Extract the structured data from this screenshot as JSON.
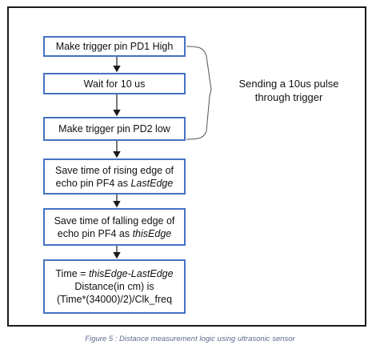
{
  "flowchart": {
    "steps": [
      {
        "lines": [
          "Make trigger pin PD1 High"
        ]
      },
      {
        "lines": [
          "Wait for 10 us"
        ]
      },
      {
        "lines": [
          "Make trigger pin PD2 low"
        ]
      },
      {
        "lines": [
          "Save time of rising edge of",
          "echo pin PF4 as "
        ],
        "italic": "LastEdge"
      },
      {
        "lines": [
          "Save time of falling edge of",
          "echo pin PF4 as "
        ],
        "italic": "thisEdge"
      },
      {
        "lines": [
          "Time = ",
          "Distance(in cm) is",
          "(Time*(34000)/2)/Clk_freq"
        ],
        "italic": "thisEdge-LastEdge"
      }
    ],
    "colors": {
      "box_border": "#4472c4",
      "arrow": "#1a1a1a",
      "brace": "#555555"
    }
  },
  "annotation": {
    "line1": "Sending a 10us pulse",
    "line2": "through trigger"
  },
  "caption": "Figure 5 : Distance measurement logic using ultrasonic sensor"
}
